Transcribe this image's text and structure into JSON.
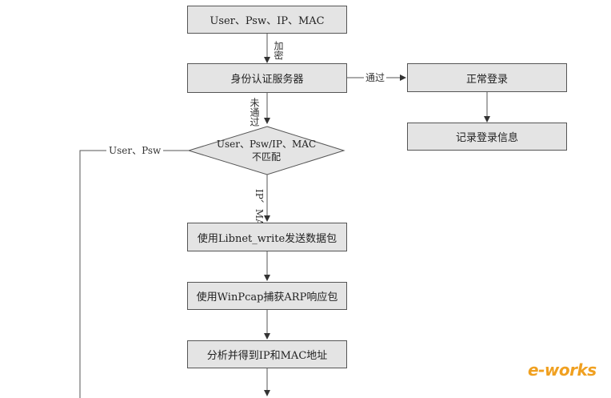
{
  "flowchart": {
    "box_credentials": "User、Psw、IP、MAC",
    "edge_encrypt": "加密",
    "box_auth_server": "身份认证服务器",
    "edge_pass": "通过",
    "box_normal_login": "正常登录",
    "box_record_login": "记录登录信息",
    "edge_fail": "未通过",
    "decision_line1": "User、Psw/IP、MAC",
    "decision_line2": "不匹配",
    "edge_user_psw": "User、Psw",
    "edge_ip_mac": "IP、MAC",
    "box_libnet": "使用Libnet_write发送数据包",
    "box_winpcap": "使用WinPcap捕获ARP响应包",
    "box_analyze": "分析并得到IP和MAC地址"
  },
  "watermark": {
    "logo_text": "e-works",
    "color": "#f0a020"
  },
  "colors": {
    "box_fill": "#e4e4e4",
    "line": "#555555"
  }
}
